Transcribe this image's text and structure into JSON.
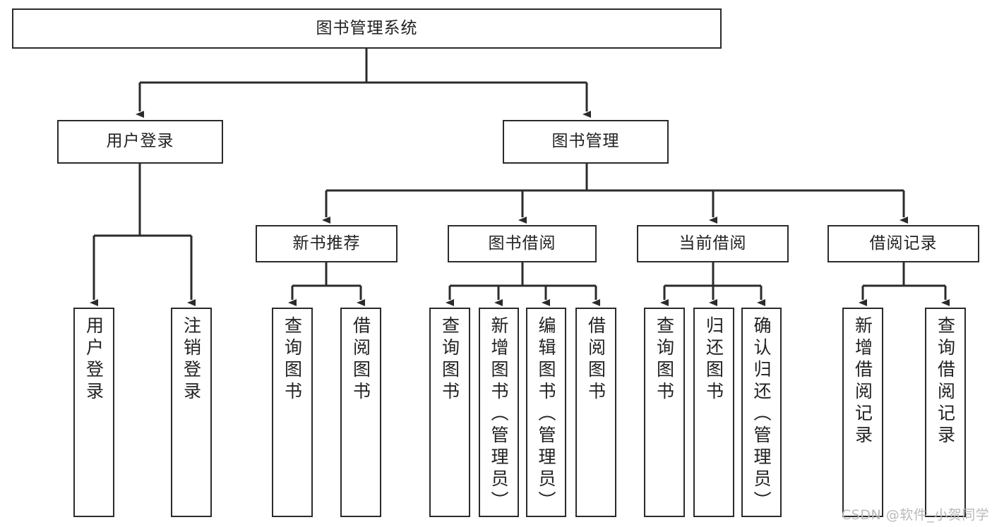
{
  "diagram": {
    "title": "图书管理系统",
    "type": "hierarchy-tree",
    "watermark": "CSDN @软件_小贺同学",
    "colors": {
      "box_border": "#2b2b2b",
      "box_fill": "#ffffff",
      "connector": "#2b2b2b",
      "text": "#222222",
      "watermark": "#b9b9b9"
    },
    "nodes": {
      "root": {
        "label": "图书管理系统"
      },
      "level2": [
        {
          "label": "用户登录"
        },
        {
          "label": "图书管理"
        }
      ],
      "level3": [
        {
          "label": "新书推荐"
        },
        {
          "label": "图书借阅"
        },
        {
          "label": "当前借阅"
        },
        {
          "label": "借阅记录"
        }
      ],
      "leaves": {
        "user_login": [
          {
            "label": "用户登录"
          },
          {
            "label": "注销登录"
          }
        ],
        "new_book_recommend": [
          {
            "label": "查询图书"
          },
          {
            "label": "借阅图书"
          }
        ],
        "book_borrow": [
          {
            "label": "查询图书"
          },
          {
            "label": "新增图书（管理员）"
          },
          {
            "label": "编辑图书（管理员）"
          },
          {
            "label": "借阅图书"
          }
        ],
        "current_borrow": [
          {
            "label": "查询图书"
          },
          {
            "label": "归还图书"
          },
          {
            "label": "确认归还（管理员）"
          }
        ],
        "borrow_record": [
          {
            "label": "新增借阅记录"
          },
          {
            "label": "查询借阅记录"
          }
        ]
      }
    }
  }
}
